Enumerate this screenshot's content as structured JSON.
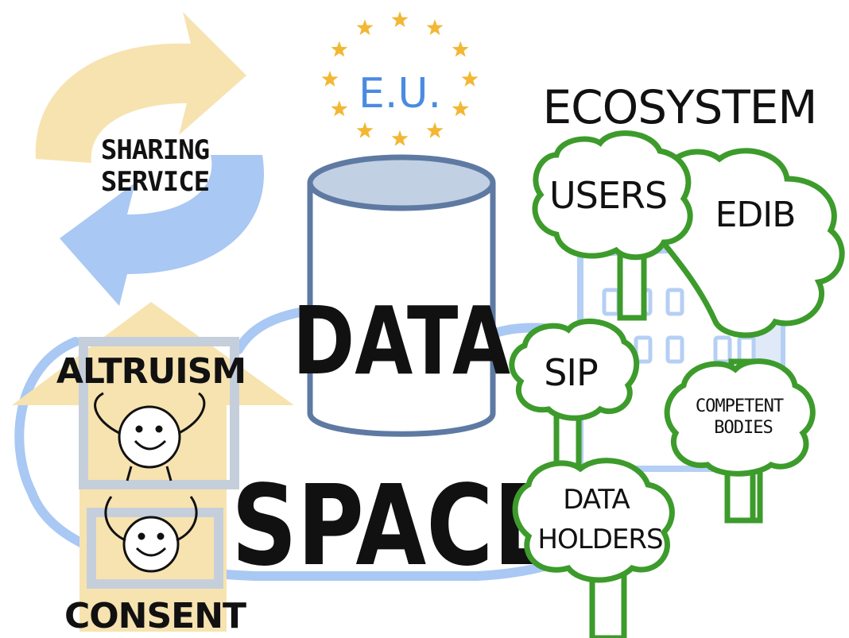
{
  "labels": {
    "sharing_line1": "SHARING",
    "sharing_line2": "SERVICE",
    "eu": "E.U.",
    "ecosystem": "ECOSYSTEM",
    "data": "DATA",
    "space": "SPACE",
    "users": "USERS",
    "edib": "EDIB",
    "sip": "SIP",
    "competent_line1": "COMPETENT",
    "competent_line2": "BODIES",
    "holders_line1": "DATA",
    "holders_line2": "HOLDERS",
    "altruism": "ALTRUISM",
    "consent": "CONSENT"
  },
  "colors": {
    "arrow_yellow": "#f7e3b0",
    "arrow_blue": "#a9c8f3",
    "cylinder_fill": "#ffffff",
    "cylinder_top": "#c2d0e3",
    "cylinder_stroke": "#5e7aa3",
    "tree_green": "#3d9b2c",
    "eu_blue": "#4a8be0",
    "star_gold": "#f2b733",
    "building_blue": "#b5cff5",
    "loop_blue": "#a9c8f3"
  }
}
